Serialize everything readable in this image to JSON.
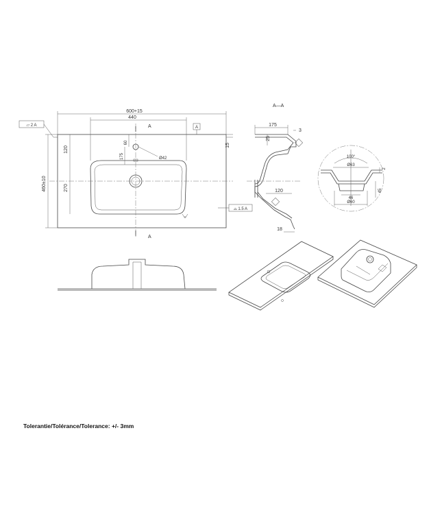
{
  "labels": {
    "width_total": "600+15",
    "width_bowl": "440",
    "depth_total": "460±10",
    "bowl_depth": "270",
    "top_offset": "120",
    "tap_offset": "60",
    "overflow_offset": "175",
    "tap_hole": "Ø42",
    "edge_thickness": "15",
    "section_a_top": "A",
    "section_a_bottom": "A",
    "flatness_symbol": "▱ 2 A",
    "profile_symbol": "⌓ 1.5 A",
    "datum_box": "A",
    "section_title": "A—A",
    "sec_width": "175",
    "sec_thk": "3",
    "sec_height": "25",
    "sec_drain_offset": "120",
    "sec_wall": "18",
    "detail_angle": "100°",
    "detail_outer": "Ø63",
    "detail_depth": "2",
    "detail_inner": "46",
    "detail_angle2": "45",
    "detail_base": "Ø60"
  },
  "tolerance_note": "Tolerantie/Tolérance/Tolerance: +/- 3mm"
}
